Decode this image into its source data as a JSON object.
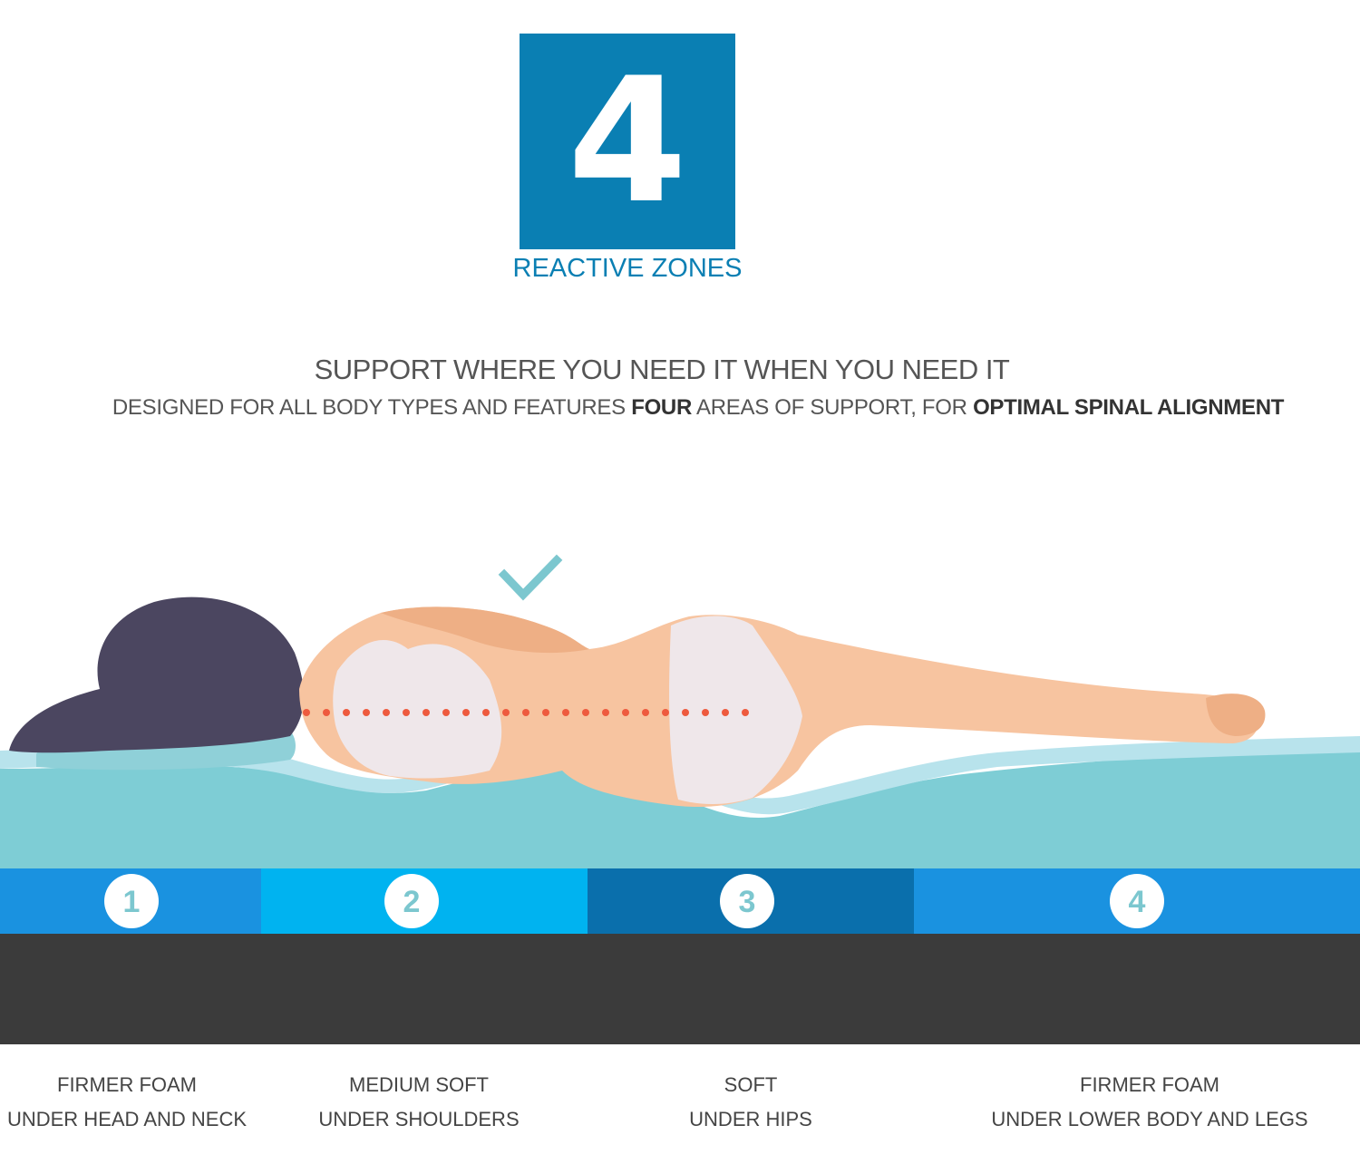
{
  "badge": {
    "number": "4",
    "label": "REACTIVE ZONES"
  },
  "headline": "SUPPORT WHERE YOU NEED IT WHEN YOU NEED IT",
  "subline": {
    "part1": "DESIGNED FOR ALL BODY TYPES AND FEATURES ",
    "bold1": "FOUR",
    "part2": " AREAS OF SUPPORT, FOR ",
    "bold2": "OPTIMAL SPINAL ALIGNMENT"
  },
  "zones": [
    {
      "number": "1",
      "color": "#1a92e0",
      "line1": "FIRMER FOAM",
      "line2": "UNDER HEAD AND NECK"
    },
    {
      "number": "2",
      "color": "#00b3f0",
      "line1": "MEDIUM SOFT",
      "line2": "UNDER SHOULDERS"
    },
    {
      "number": "3",
      "color": "#0a6fac",
      "line1": "SOFT",
      "line2": "UNDER HIPS"
    },
    {
      "number": "4",
      "color": "#1a92e0",
      "line1": "FIRMER FOAM",
      "line2": "UNDER LOWER BODY AND LEGS"
    }
  ],
  "colors": {
    "brand": "#0a7fb3",
    "checkmark": "#7cc7cf",
    "spine_dots": "#ee5a3e",
    "base": "#3b3b3b",
    "foam": "#7ecdd5",
    "foam_top": "#b8e3ec",
    "skin": "#f7c4a0",
    "hair": "#4b4660",
    "underwear": "#efe7ea"
  },
  "icons": [
    "check-icon",
    "woman-illustration"
  ]
}
